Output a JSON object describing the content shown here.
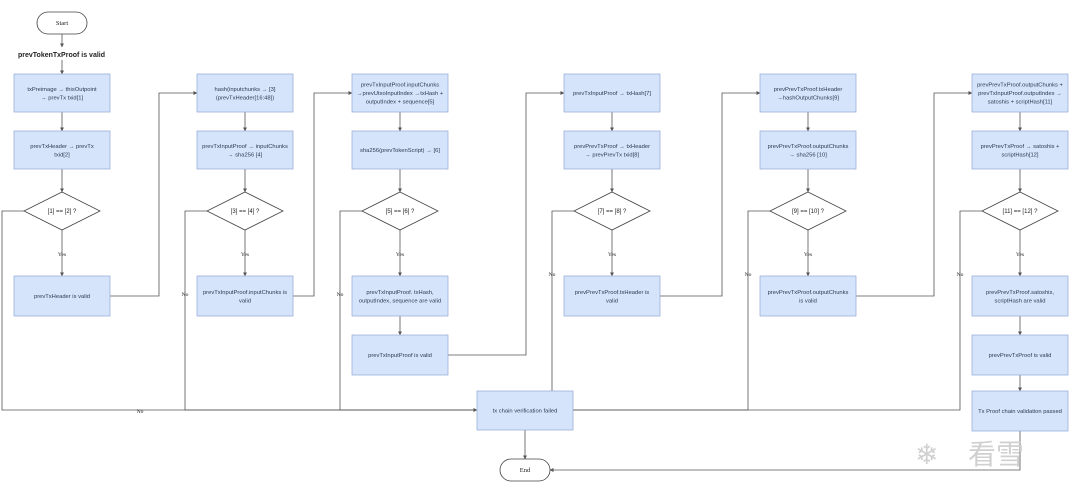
{
  "colors": {
    "box_fill": "#d6e4fb",
    "box_stroke": "#8fa9d6",
    "line": "#555555",
    "text": "#2a3a55",
    "watermark": "#d0d0d0"
  },
  "start_label": "Start",
  "end_label": "End",
  "heading": "prevTokenTxProof is valid",
  "yes_label": "Yes",
  "no_label": "No",
  "fail_box": "tx chain verification failed",
  "watermark": {
    "icon": "snowflake-icon",
    "text": "看雪"
  },
  "columns": [
    {
      "steps": [
        [
          "txPreimage → thisOutpoint",
          "→ prevTx txid[1]"
        ],
        [
          "prevTxHeader → prevTx",
          "txid[2]"
        ]
      ],
      "decision": "[1] == [2] ?",
      "valid": [
        "prevTxHeader is valid"
      ]
    },
    {
      "steps": [
        [
          "hash(inputchunks → [3]",
          "(prevTxHeader[16:48])"
        ],
        [
          "prevTxInputProof → inputChunks",
          "→ sha256 [4]"
        ]
      ],
      "decision": "[3] == [4] ?",
      "valid": [
        "prevTxInputProof.inputChunks is",
        "valid"
      ]
    },
    {
      "steps": [
        [
          "prevTxInputProof.inputChunks",
          "→prevUtxoInputIndex →txHash +",
          "outputIndex + sequence[5]"
        ],
        [
          "sha256(prevTokenScript) → [6]"
        ]
      ],
      "decision": "[5] == [6] ?",
      "valid": [
        "prevTxInputProof. txHash,",
        "outputIndex, sequence are valid"
      ],
      "extra": [
        "prevTxInputProof is valid"
      ]
    },
    {
      "steps": [
        [
          "prevTxInputProof → txHash[7]"
        ],
        [
          "prevPrevTxProof → txHeader",
          "→ prevPrevTx txid[8]"
        ]
      ],
      "decision": "[7] == [8] ?",
      "valid": [
        "prevPrevTxProof.txHeader is",
        "valid"
      ]
    },
    {
      "steps": [
        [
          "prevPrevTxProof.txHeader",
          "→hashOutputChunks[9]"
        ],
        [
          "prevPrevTxProof.outputChunks",
          "→ sha256 [10]"
        ]
      ],
      "decision": "[9] == [10] ?",
      "valid": [
        "prevPrevTxProof.outputChunks",
        "is valid"
      ]
    },
    {
      "steps": [
        [
          "prevPrevTxProof.outputChunks +",
          "prevTxInputProof.outputIndex →",
          "satoshis + scriptHash[11]"
        ],
        [
          "prevPrevTxProof → satoshis +",
          "scriptHash[12]"
        ]
      ],
      "decision": "[11] == [12] ?",
      "valid": [
        "prevPrevTxProof.satoshis,",
        "scriptHash are valid"
      ],
      "extra": [
        "prevPrevTxProof is valid"
      ],
      "final": [
        "Tx Proof chain validation passed"
      ]
    }
  ]
}
